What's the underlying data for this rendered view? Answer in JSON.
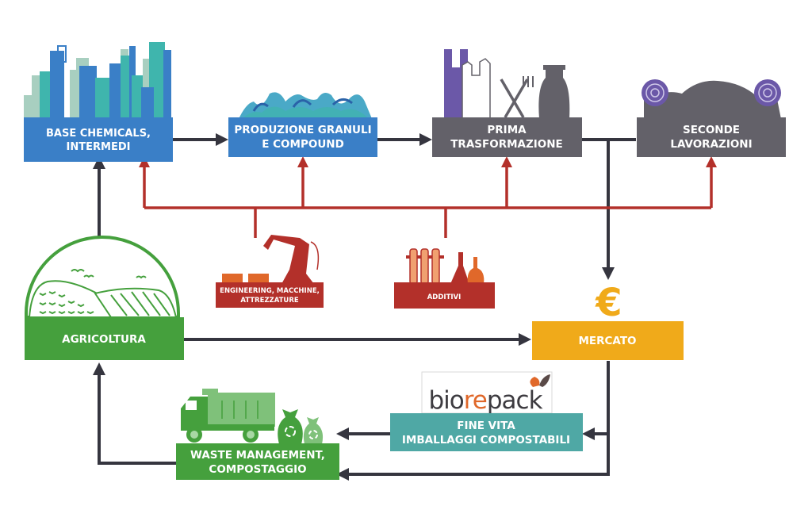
{
  "diagram": {
    "title": "Filiera delle bioplastiche",
    "nodes": {
      "base_chemicals": {
        "line1": "BASE CHEMICALS,",
        "line2": "INTERMEDI",
        "color": "#3a7fc7",
        "icon": "factory-skyline-icon"
      },
      "granuli": {
        "line1": "PRODUZIONE GRANULI",
        "line2": "E COMPOUND",
        "color": "#3a7fc7",
        "icon": "granules-icon"
      },
      "prima": {
        "line1": "PRIMA",
        "line2": "TRASFORMAZIONE",
        "color": "#636169",
        "icon": "bags-cutlery-bottle-icon"
      },
      "seconde": {
        "line1": "SECONDE",
        "line2": "LAVORAZIONI",
        "color": "#636169",
        "icon": "film-rolls-icon"
      },
      "engineering": {
        "line1": "ENGINEERING, MACCHINE,",
        "line2": "ATTREZZATURE",
        "color": "#b3302a",
        "icon": "robot-arm-icon"
      },
      "additivi": {
        "line1": "ADDITIVI",
        "color": "#b3302a",
        "icon": "test-tubes-icon"
      },
      "agricoltura": {
        "line1": "AGRICOLTURA",
        "color": "#45a03d",
        "icon": "fields-icon"
      },
      "mercato": {
        "line1": "MERCATO",
        "color": "#f0aa1a",
        "icon": "euro-icon",
        "symbol": "€"
      },
      "fine_vita": {
        "line1": "FINE VITA",
        "line2": "IMBALLAGGI COMPOSTABILI",
        "color": "#4fa8a5",
        "icon": "biorepack-logo"
      },
      "waste": {
        "line1": "WASTE MANAGEMENT,",
        "line2": "COMPOSTAGGIO",
        "color": "#45a03d",
        "icon": "truck-bags-icon"
      }
    },
    "logo": {
      "part1": "bio",
      "part2": "re",
      "part3": "pack",
      "dark": "#3d3b40",
      "accent": "#e0682a"
    },
    "colors": {
      "flow": "#35353f",
      "support": "#b3302a"
    },
    "edges": [
      {
        "from": "Base Chemicals",
        "to": "Produzione Granuli"
      },
      {
        "from": "Produzione Granuli",
        "to": "Prima Trasformazione"
      },
      {
        "from": "Prima Trasformazione",
        "to": "Seconde Lavorazioni"
      },
      {
        "from": "Prima Trasformazione",
        "to": "Mercato"
      },
      {
        "from": "Agricoltura",
        "to": "Base Chemicals"
      },
      {
        "from": "Agricoltura",
        "to": "Mercato"
      },
      {
        "from": "Mercato",
        "to": "Fine Vita"
      },
      {
        "from": "Mercato",
        "to": "Waste Management"
      },
      {
        "from": "Fine Vita",
        "to": "Waste Management"
      },
      {
        "from": "Waste Management",
        "to": "Agricoltura"
      },
      {
        "from": "Engineering / Additivi",
        "to": "Base Chemicals, Granuli, Prima, Seconde"
      }
    ]
  }
}
